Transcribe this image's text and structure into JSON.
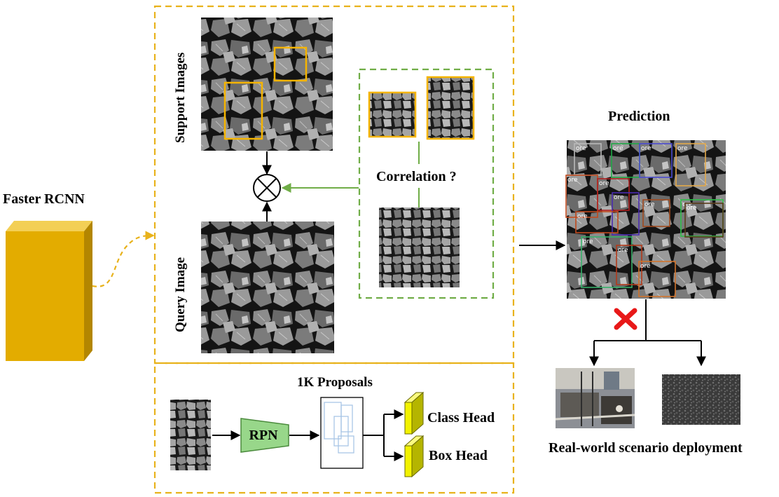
{
  "labels": {
    "faster_rcnn": "Faster RCNN",
    "support_images": "Support Images",
    "query_image": "Query Image",
    "correlation": "Correlation ?",
    "prediction": "Prediction",
    "proposals": "1K Proposals",
    "rpn": "RPN",
    "class_head": "Class Head",
    "box_head": "Box Head",
    "deployment": "Real-world scenario deployment",
    "ore": "ore"
  },
  "colors": {
    "dashed_frame": "#e8b21b",
    "correlation_frame": "#70ad47",
    "support_box": "#f5b400",
    "faster_rcnn_block": "#e3ac00",
    "rpn_fill": "#98d78a",
    "head_fill": "#f2f200",
    "proposal_box": "#a9c5e6",
    "reject_mark": "#e81818"
  },
  "icons": {
    "fusion": "circled-times-icon",
    "reject": "red-cross-icon"
  }
}
